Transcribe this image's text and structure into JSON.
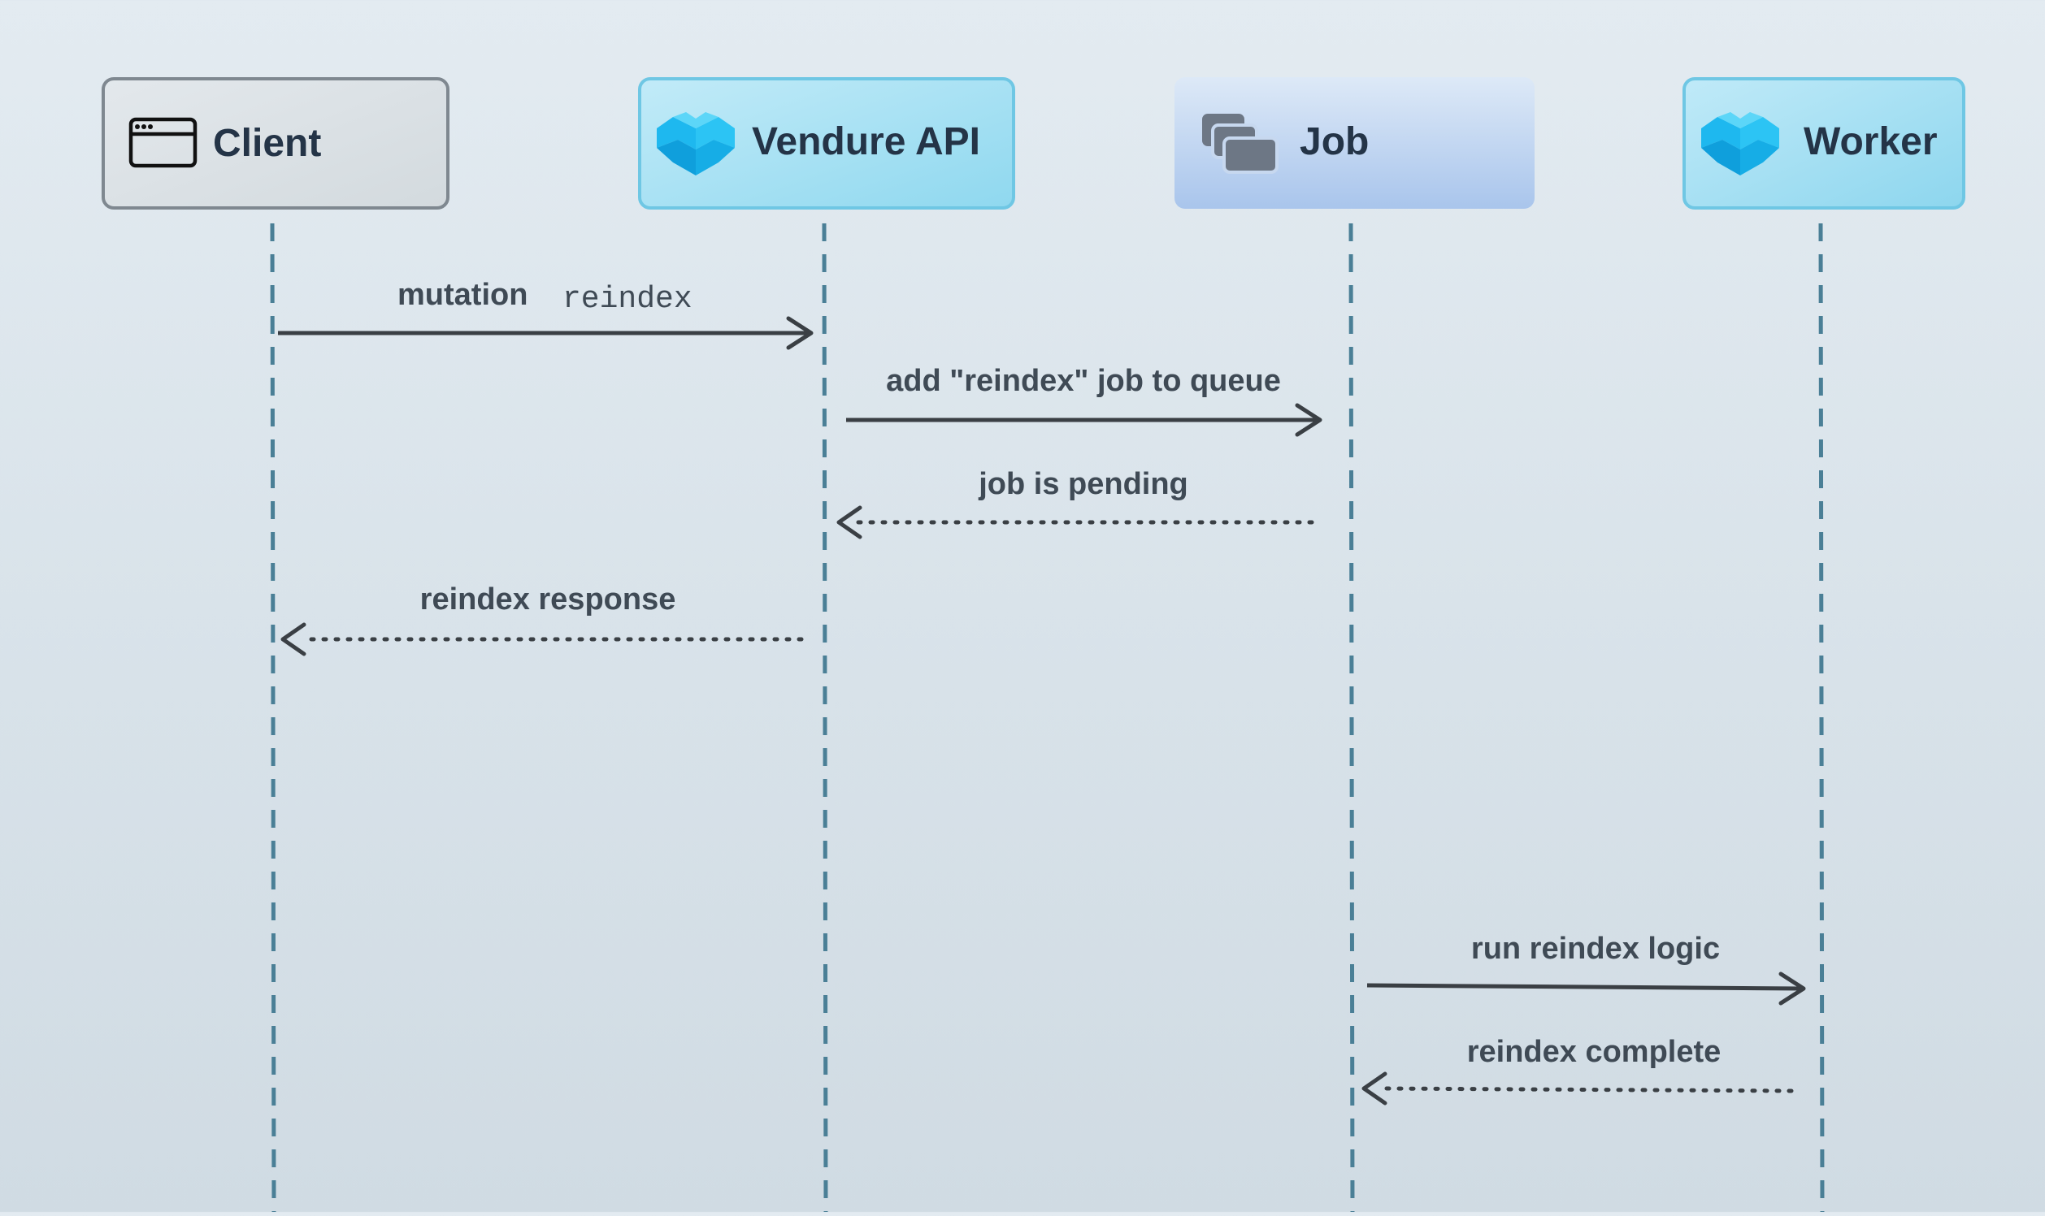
{
  "participants": [
    {
      "id": "client",
      "label": "Client",
      "icon": "browser-window-icon",
      "style": "gray"
    },
    {
      "id": "vendure-api",
      "label": "Vendure API",
      "icon": "vendure-logo-icon",
      "style": "cyan"
    },
    {
      "id": "job",
      "label": "Job",
      "icon": "stacked-cards-icon",
      "style": "blue"
    },
    {
      "id": "worker",
      "label": "Worker",
      "icon": "vendure-logo-icon",
      "style": "cyan"
    }
  ],
  "messages": [
    {
      "from": "client",
      "to": "vendure-api",
      "label": "mutation",
      "code": "reindex",
      "style": "solid"
    },
    {
      "from": "vendure-api",
      "to": "job",
      "label": "add \"reindex\" job to queue",
      "style": "solid"
    },
    {
      "from": "job",
      "to": "vendure-api",
      "label": "job is pending",
      "style": "dotted"
    },
    {
      "from": "vendure-api",
      "to": "client",
      "label": "reindex response",
      "style": "dotted"
    },
    {
      "from": "job",
      "to": "worker",
      "label": "run reindex logic",
      "style": "solid"
    },
    {
      "from": "worker",
      "to": "job",
      "label": "reindex complete",
      "style": "dotted"
    }
  ],
  "colors": {
    "lifeline": "#4a7f96",
    "arrow": "#3a3f44",
    "client_box_fill": "#dfe5e9",
    "client_box_stroke": "#7f8890",
    "cyan_box_fill": "#a4e0f3",
    "cyan_box_stroke": "#6fc7e4",
    "job_box_fill": "#b7d0ef",
    "vendure_logo": "#19b9ef"
  }
}
